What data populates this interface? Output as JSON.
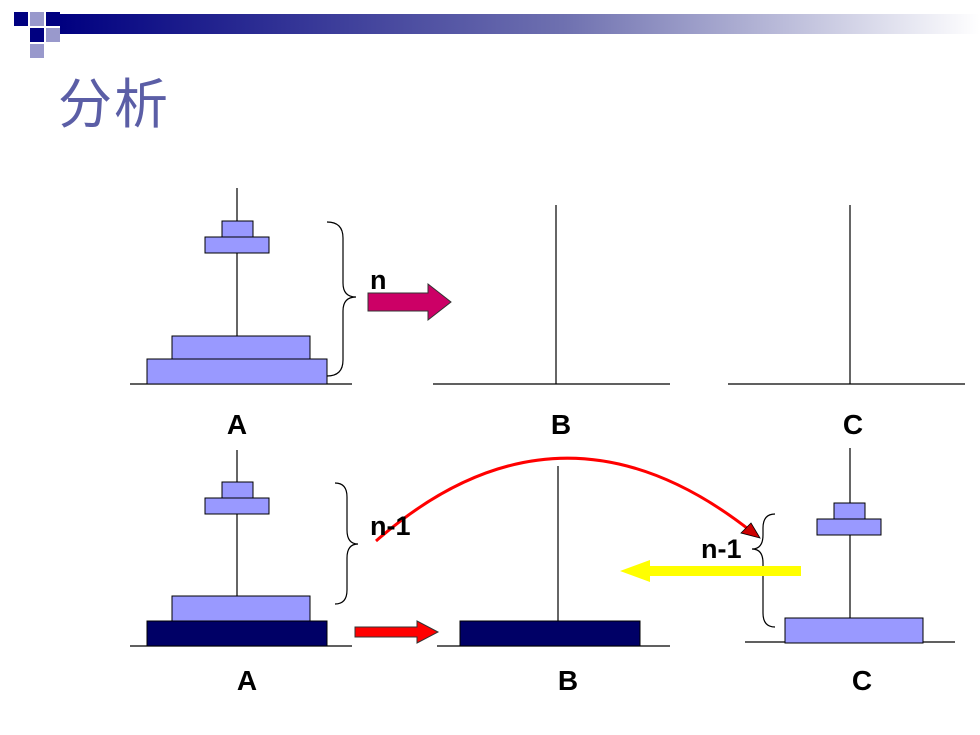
{
  "title": "分析",
  "colors": {
    "title": "#5B5EA6",
    "disk_light": "#9999FF",
    "disk_dark": "#000066",
    "arrow_crimson": "#CC0066",
    "arrow_red": "#FF0000",
    "arrow_yellow": "#FFFF00",
    "decor_dark": "#000080",
    "decor_light": "#9999CC"
  },
  "top_row": {
    "peg_labels": [
      "A",
      "B",
      "C"
    ],
    "brace_label": "n"
  },
  "bottom_row": {
    "peg_labels": [
      "A",
      "B",
      "C"
    ],
    "brace_label_left": "n-1",
    "brace_label_right": "n-1"
  }
}
